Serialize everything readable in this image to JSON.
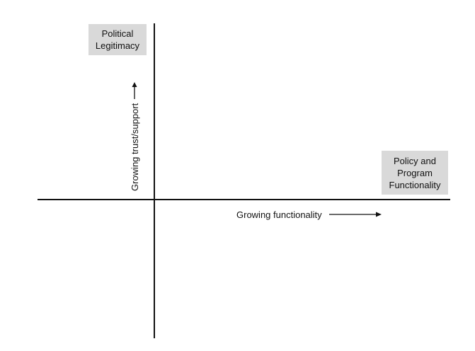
{
  "diagram": {
    "y_axis": {
      "box_lines": [
        "Political",
        "Legitimacy"
      ],
      "direction_label": "Growing trust/support"
    },
    "x_axis": {
      "box_lines": [
        "Policy and",
        "Program",
        "Functionality"
      ],
      "direction_label": "Growing functionality"
    }
  }
}
